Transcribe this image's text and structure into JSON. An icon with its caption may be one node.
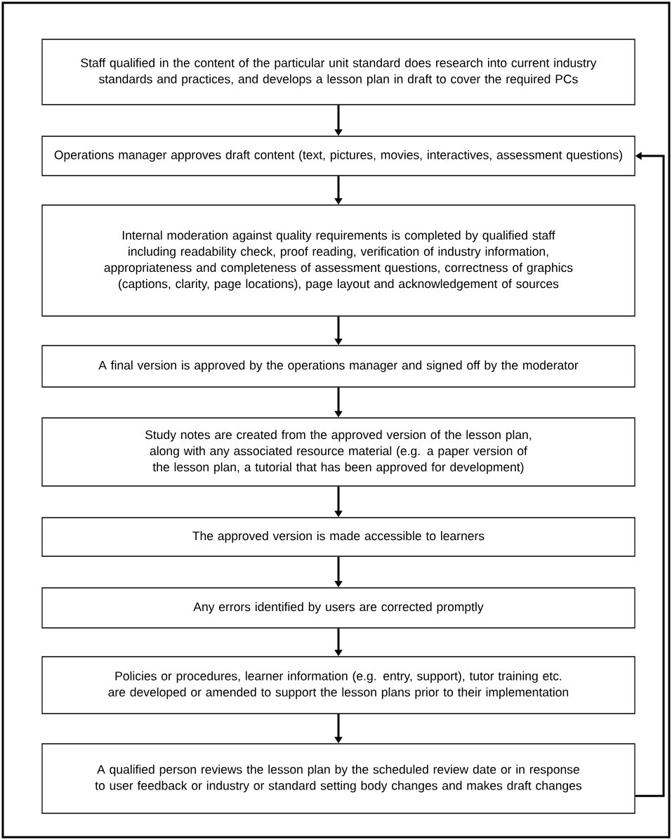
{
  "diagram": {
    "nodes": [
      {
        "text": [
          "Staff qualified in the content of the particular unit standard does research into current industry standards and practices, and develops a lesson plan in draft to cover the required PCs"
        ]
      },
      {
        "text": [
          "Operations manager approves draft content (text, pictures, movies, interactives, assessment questions)"
        ]
      },
      {
        "text": [
          "Internal moderation against quality requirements is completed by qualified staff including readability check, proof reading, verification of industry information, appropriateness and completeness of assessment questions, correctness of graphics (captions, clarity, page locations), page layout and acknowledgement of sources"
        ]
      },
      {
        "text": [
          "A final version is approved by the operations manager and signed off by the moderator"
        ]
      },
      {
        "text": [
          "Study notes are created from the approved version of the lesson plan, along with any associated resource material (e.g. a paper version of the lesson plan, a tutorial that has been approved for development)"
        ]
      },
      {
        "text": [
          "The approved version is made accessible to learners"
        ]
      },
      {
        "text": [
          "Any errors identified by users are corrected promptly"
        ]
      },
      {
        "text": [
          "Policies or procedures, learner information  (e.g. entry, support), tutor training etc. are developed or amended to support the lesson plans prior to their implementation"
        ]
      },
      {
        "text": [
          "A qualified person reviews the lesson plan by the scheduled review date or in response to user feedback or industry or standard setting body changes and makes draft changes"
        ]
      }
    ],
    "edges": [
      {
        "from": 0,
        "to": 1,
        "arrow": "to"
      },
      {
        "from": 1,
        "to": 2,
        "arrow": "to"
      },
      {
        "from": 2,
        "to": 3,
        "arrow": "to"
      },
      {
        "from": 3,
        "to": 4,
        "arrow": "to"
      },
      {
        "from": 4,
        "to": 5,
        "arrow": "to"
      },
      {
        "from": 5,
        "to": 6,
        "arrow": "to"
      },
      {
        "from": 6,
        "to": 7,
        "arrow": "to"
      },
      {
        "from": 7,
        "to": 8,
        "arrow": "to"
      },
      {
        "from": 8,
        "to": 1,
        "arrow": "to"
      }
    ]
  }
}
